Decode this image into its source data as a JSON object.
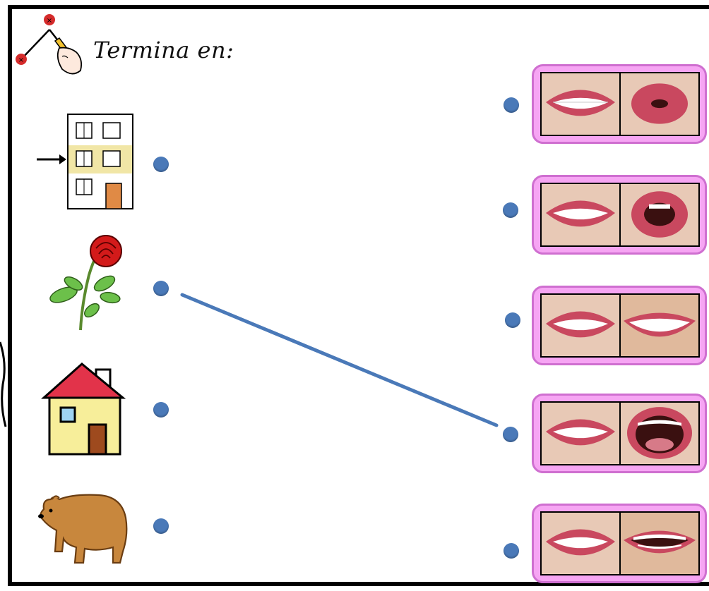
{
  "instruction": {
    "title": "Termina en:",
    "icon": "draw-line-connect-icon"
  },
  "words": [
    {
      "name": "building-floor-picture",
      "icon": "building-floor-icon"
    },
    {
      "name": "rose-picture",
      "icon": "rose-icon"
    },
    {
      "name": "house-picture",
      "icon": "house-icon"
    },
    {
      "name": "bear-picture",
      "icon": "bear-icon"
    }
  ],
  "mouth_cards": [
    {
      "name": "mouth-card-1",
      "icon": "mouth-rounded-kiss-icon"
    },
    {
      "name": "mouth-card-2",
      "icon": "mouth-round-open-icon"
    },
    {
      "name": "mouth-card-3",
      "icon": "mouth-smile-e-icon"
    },
    {
      "name": "mouth-card-4",
      "icon": "mouth-wide-open-a-icon"
    },
    {
      "name": "mouth-card-5",
      "icon": "mouth-half-open-i-icon"
    }
  ],
  "connections": [
    {
      "from_word": "rose-picture",
      "to_card": "mouth-card-4"
    }
  ],
  "colors": {
    "dot": "#4a79b8",
    "line": "#4a79b8",
    "card_fill": "#f6a5f3",
    "card_border": "#cf6fd0"
  }
}
